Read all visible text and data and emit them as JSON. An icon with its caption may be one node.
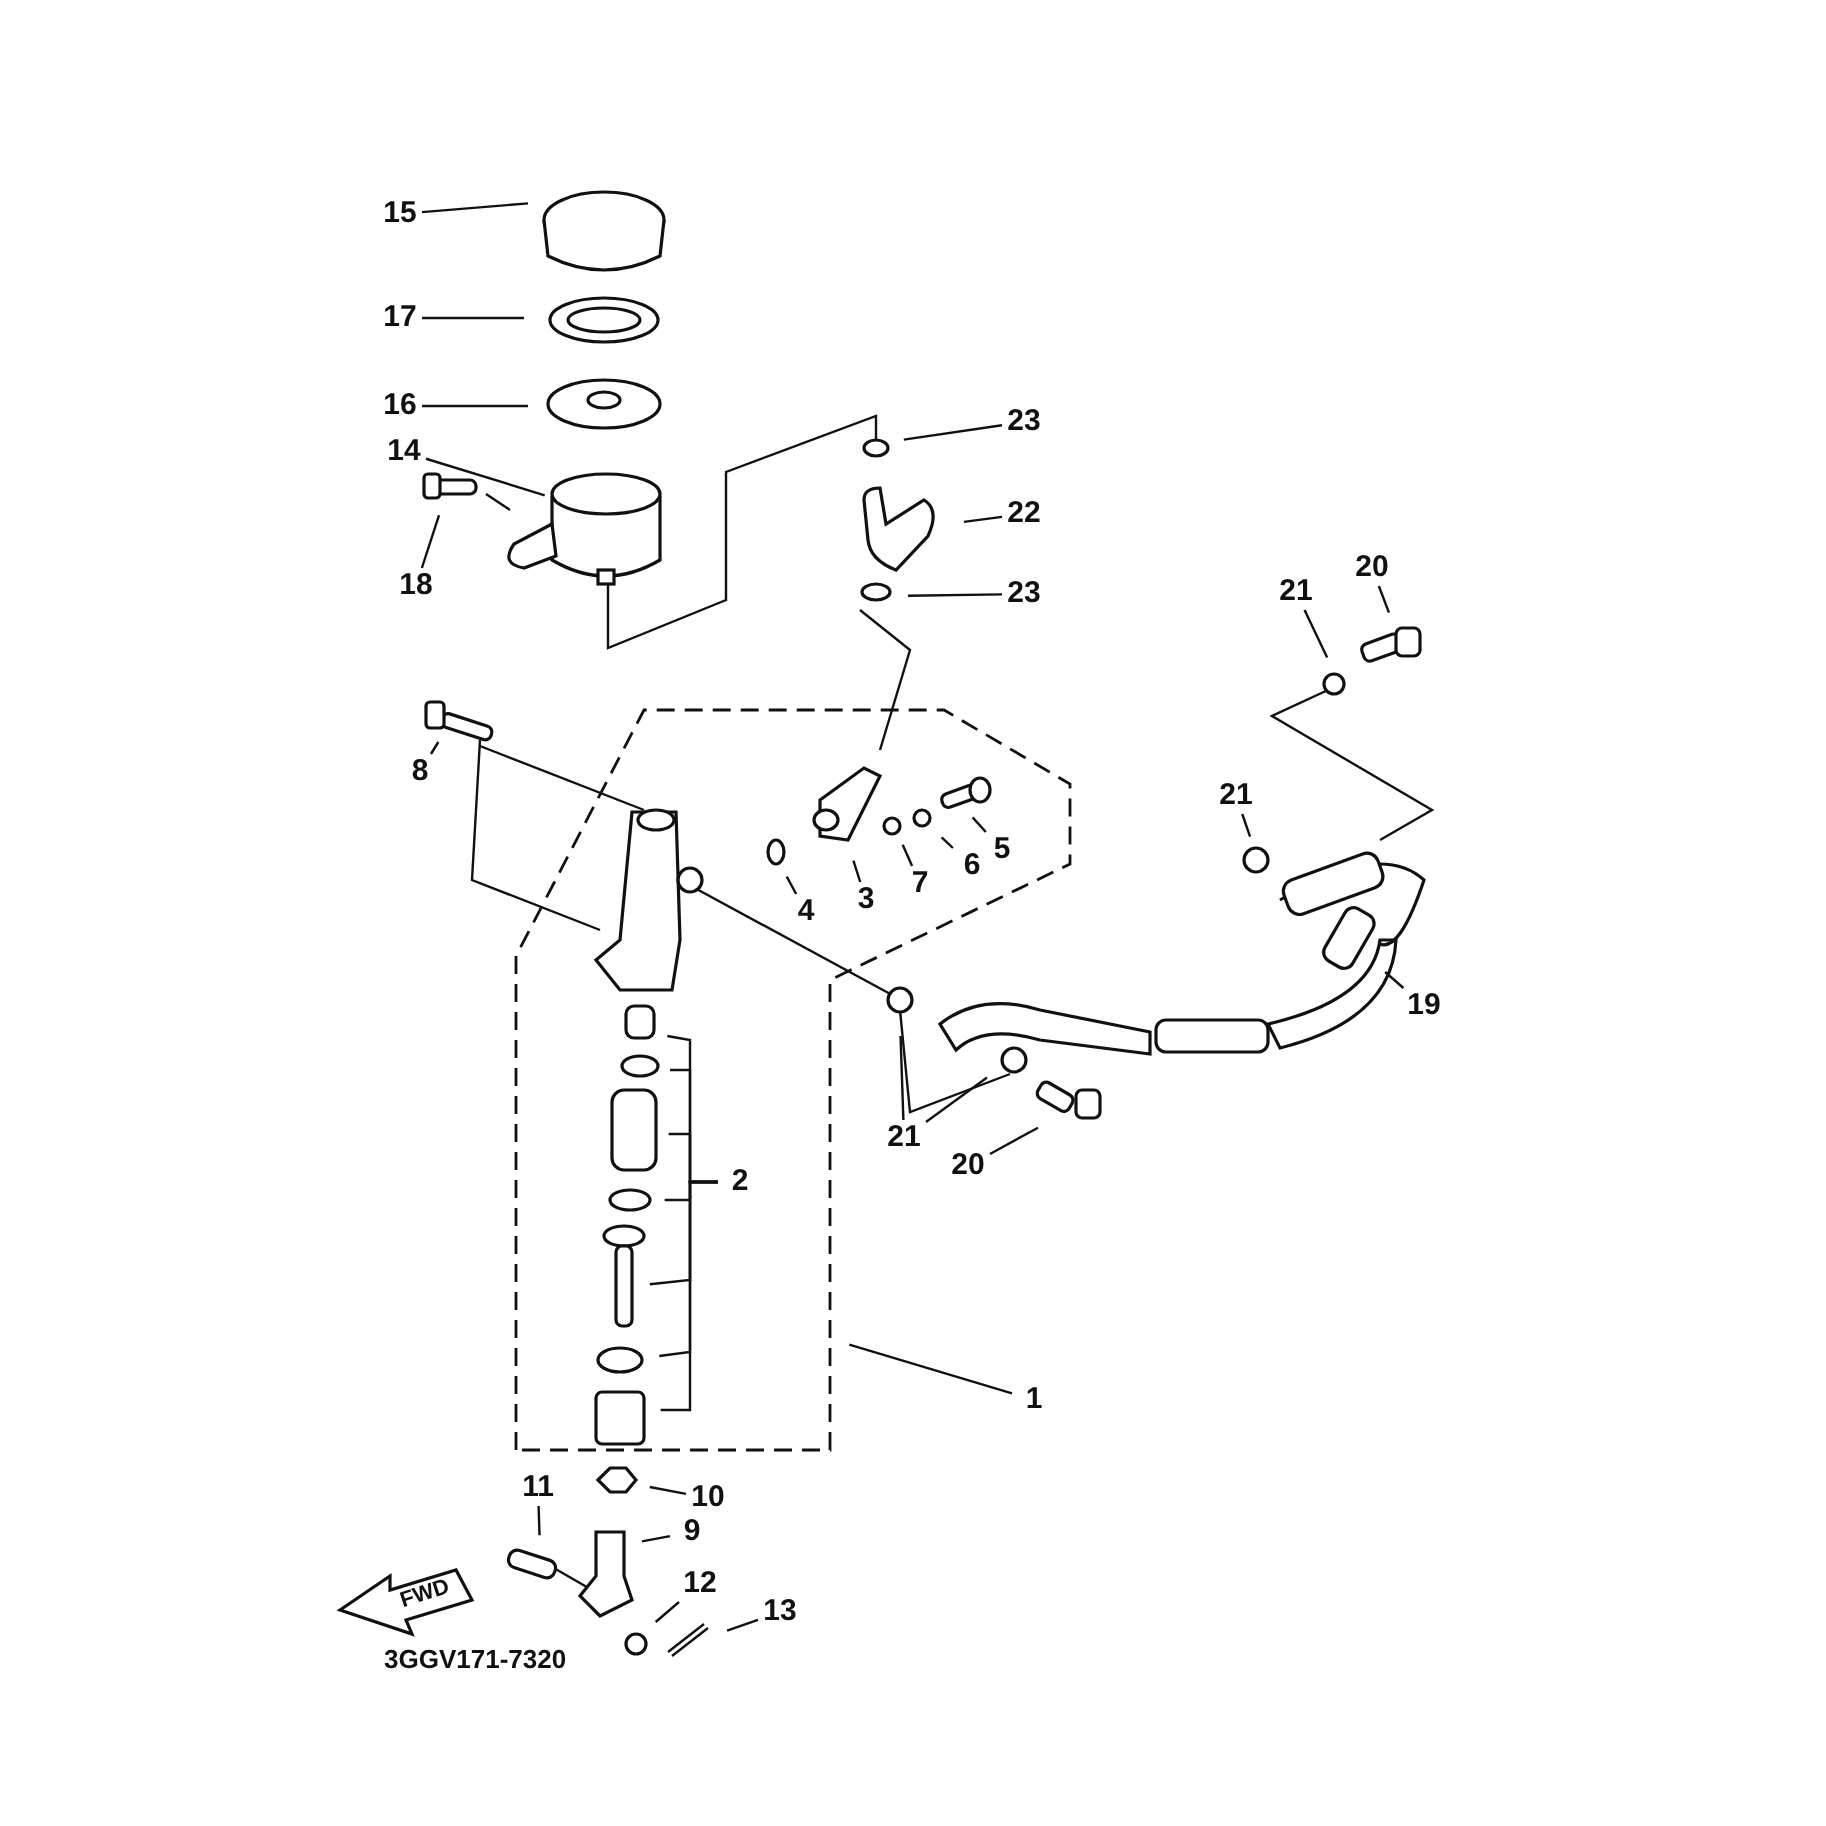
{
  "diagram": {
    "nodes": [
      {
        "text": [
          "15"
        ]
      },
      {
        "text": [
          "17"
        ]
      },
      {
        "text": [
          "16"
        ]
      },
      {
        "text": [
          "14"
        ]
      },
      {
        "text": [
          "23"
        ]
      },
      {
        "text": [
          "22"
        ]
      },
      {
        "text": [
          "18"
        ]
      },
      {
        "text": [
          "23"
        ]
      },
      {
        "text": [
          "21"
        ]
      },
      {
        "text": [
          "20"
        ]
      },
      {
        "text": [
          "8"
        ]
      },
      {
        "text": [
          "5"
        ]
      },
      {
        "text": [
          "6"
        ]
      },
      {
        "text": [
          "7"
        ]
      },
      {
        "text": [
          "4"
        ]
      },
      {
        "text": [
          "3"
        ]
      },
      {
        "text": [
          "21"
        ]
      },
      {
        "text": [
          "19"
        ]
      },
      {
        "text": [
          "21"
        ]
      },
      {
        "text": [
          "20"
        ]
      },
      {
        "text": [
          "2"
        ]
      },
      {
        "text": [
          "1"
        ]
      },
      {
        "text": [
          "10"
        ]
      },
      {
        "text": [
          "11"
        ]
      },
      {
        "text": [
          "9"
        ]
      },
      {
        "text": [
          "12"
        ]
      },
      {
        "text": [
          "13"
        ]
      }
    ],
    "edges": [
      {
        "from": 0,
        "to": null,
        "arrow": "none"
      },
      {
        "from": 1,
        "to": null,
        "arrow": "none"
      },
      {
        "from": 2,
        "to": null,
        "arrow": "none"
      },
      {
        "from": 3,
        "to": null,
        "arrow": "none"
      },
      {
        "from": 4,
        "to": null,
        "arrow": "none"
      },
      {
        "from": 5,
        "to": null,
        "arrow": "none"
      },
      {
        "from": 6,
        "to": null,
        "arrow": "none"
      },
      {
        "from": 7,
        "to": null,
        "arrow": "none"
      },
      {
        "from": 8,
        "to": null,
        "arrow": "none"
      },
      {
        "from": 9,
        "to": null,
        "arrow": "none"
      },
      {
        "from": 10,
        "to": null,
        "arrow": "none"
      },
      {
        "from": 11,
        "to": null,
        "arrow": "none"
      },
      {
        "from": 12,
        "to": null,
        "arrow": "none"
      },
      {
        "from": 13,
        "to": null,
        "arrow": "none"
      },
      {
        "from": 14,
        "to": null,
        "arrow": "none"
      },
      {
        "from": 15,
        "to": null,
        "arrow": "none"
      },
      {
        "from": 16,
        "to": null,
        "arrow": "none"
      },
      {
        "from": 17,
        "to": null,
        "arrow": "none"
      },
      {
        "from": 18,
        "to": null,
        "arrow": "none"
      },
      {
        "from": 18,
        "to": null,
        "arrow": "none"
      },
      {
        "from": 19,
        "to": null,
        "arrow": "none"
      },
      {
        "from": 20,
        "to": null,
        "arrow": "none"
      },
      {
        "from": 20,
        "to": null,
        "arrow": "none"
      },
      {
        "from": 20,
        "to": null,
        "arrow": "none"
      },
      {
        "from": 20,
        "to": null,
        "arrow": "none"
      },
      {
        "from": 20,
        "to": null,
        "arrow": "none"
      },
      {
        "from": 20,
        "to": null,
        "arrow": "none"
      },
      {
        "from": 20,
        "to": null,
        "arrow": "none"
      },
      {
        "from": 21,
        "to": null,
        "arrow": "none"
      },
      {
        "from": 22,
        "to": null,
        "arrow": "none"
      },
      {
        "from": 23,
        "to": null,
        "arrow": "none"
      },
      {
        "from": 24,
        "to": null,
        "arrow": "none"
      },
      {
        "from": 25,
        "to": null,
        "arrow": "none"
      },
      {
        "from": 26,
        "to": null,
        "arrow": "none"
      }
    ],
    "labels": [
      "FWD",
      "3GGV171-7320"
    ]
  }
}
